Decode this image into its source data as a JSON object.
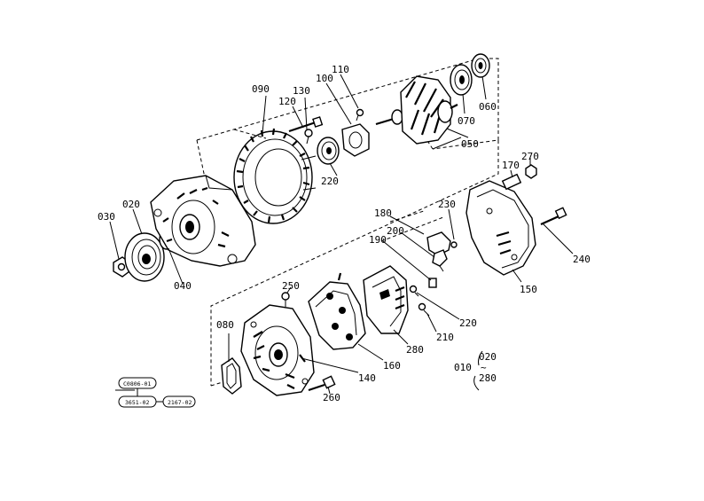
{
  "labels": {
    "p010": "010",
    "p020": "020",
    "p030": "030",
    "p040": "040",
    "p050": "050",
    "p060": "060",
    "p070": "070",
    "p080": "080",
    "p090": "090",
    "p100": "100",
    "p110": "110",
    "p120": "120",
    "p130": "130",
    "p140": "140",
    "p150": "150",
    "p160": "160",
    "p170": "170",
    "p180": "180",
    "p190": "190",
    "p200": "200",
    "p210": "210",
    "p220a": "220",
    "p220b": "220",
    "p230": "230",
    "p240": "240",
    "p250": "250",
    "p260": "260",
    "p270": "270",
    "p280a": "280",
    "p280b": "280",
    "legend020": "020",
    "legend_tilde": "~",
    "legend280": "280"
  },
  "refs": {
    "ref1": "C0806-01",
    "ref2": "3651-02",
    "ref3": "2167-02"
  }
}
